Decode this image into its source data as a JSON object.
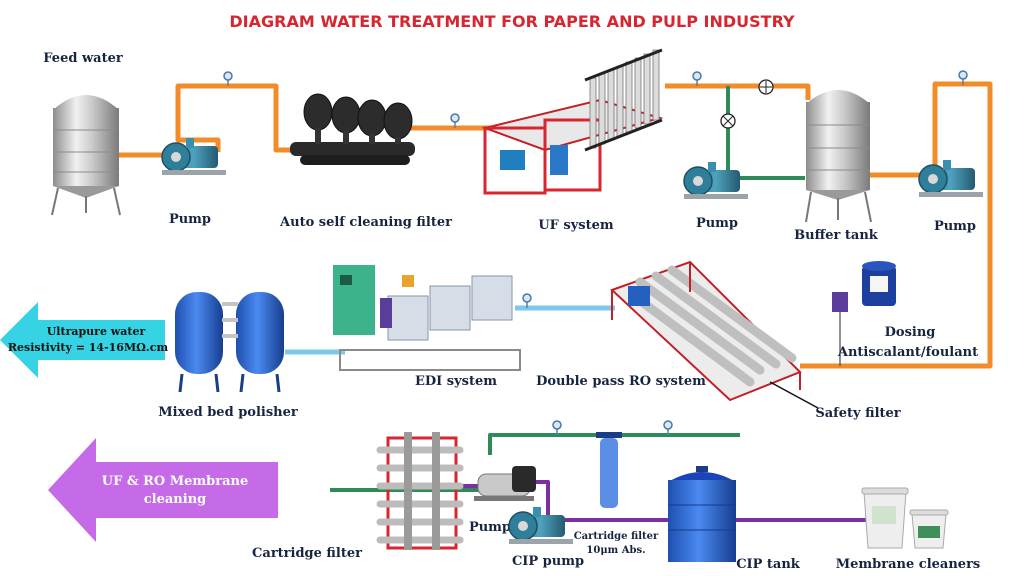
{
  "title": "DIAGRAM WATER TREATMENT FOR PAPER AND PULP INDUSTRY",
  "colors": {
    "title": "#d7262f",
    "pipe_orange": "#f28c28",
    "pipe_green": "#2e8b57",
    "pipe_blue": "#7ec8ea",
    "pipe_purple": "#7b2fa0",
    "arrow_cyan": "#35d3e3",
    "arrow_violet": "#c56be8",
    "label_text": "#16243f"
  },
  "labels": {
    "feed_water": "Feed  water",
    "pump_1": "Pump",
    "auto_filter": "Auto self cleaning filter",
    "uf_system": "UF system",
    "pump_2": "Pump",
    "buffer_tank": "Buffer tank",
    "pump_3": "Pump",
    "dosing_line1": "Dosing",
    "dosing_line2": "Antiscalant/foulant",
    "double_ro": "Double pass RO system",
    "safety_filter": "Safety filter",
    "edi_system": "EDI system",
    "mixed_bed": "Mixed bed polisher",
    "ultrapure_line1": "Ultrapure water",
    "ultrapure_line2": "Resistivity = 14-16MΩ.cm",
    "membrane_line1": "UF & RO Membrane",
    "membrane_line2": "cleaning",
    "cartridge_filter": "Cartridge filter",
    "pump_4": "Pump",
    "cip_pump": "CIP pump",
    "cartridge_note_line1": "Cartridge filter",
    "cartridge_note_line2": "10μm Abs.",
    "cip_tank": "CIP tank",
    "membrane_cleaners": "Membrane cleaners"
  },
  "icons": [
    "pressure-gauge-icon",
    "flow-meter-icon",
    "valve-icon"
  ]
}
